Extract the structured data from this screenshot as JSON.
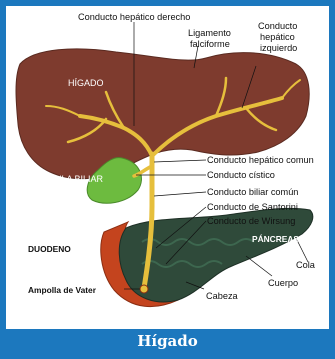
{
  "caption": "Hígado",
  "colors": {
    "frame": "#1c78be",
    "liver": "#7e3b2e",
    "gallbladder": "#6dbb3f",
    "ducts": "#e6bf3c",
    "duodenum": "#c4441e",
    "pancreas": "#2f4a3a"
  },
  "labels": {
    "higado": "HÍGADO",
    "vesicula": "VESÍCULA BILIAR",
    "duodeno": "DUODENO",
    "pancreas": "PÁNCREAS",
    "hepatico_derecho": "Conducto hepático derecho",
    "ligamento_1": "Ligamento",
    "ligamento_2": "falciforme",
    "hepatico_izq_1": "Conducto",
    "hepatico_izq_2": "hepático",
    "hepatico_izq_3": "izquierdo",
    "hepatico_comun": "Conducto hepático comun",
    "cistico": "Conducto cístico",
    "biliar_comun": "Conducto biliar común",
    "santorini": "Conducto de Santorini",
    "wirsung": "Conducto de Wirsung",
    "cola": "Cola",
    "cuerpo": "Cuerpo",
    "cabeza": "Cabeza",
    "ampolla": "Ampolla de Vater"
  }
}
